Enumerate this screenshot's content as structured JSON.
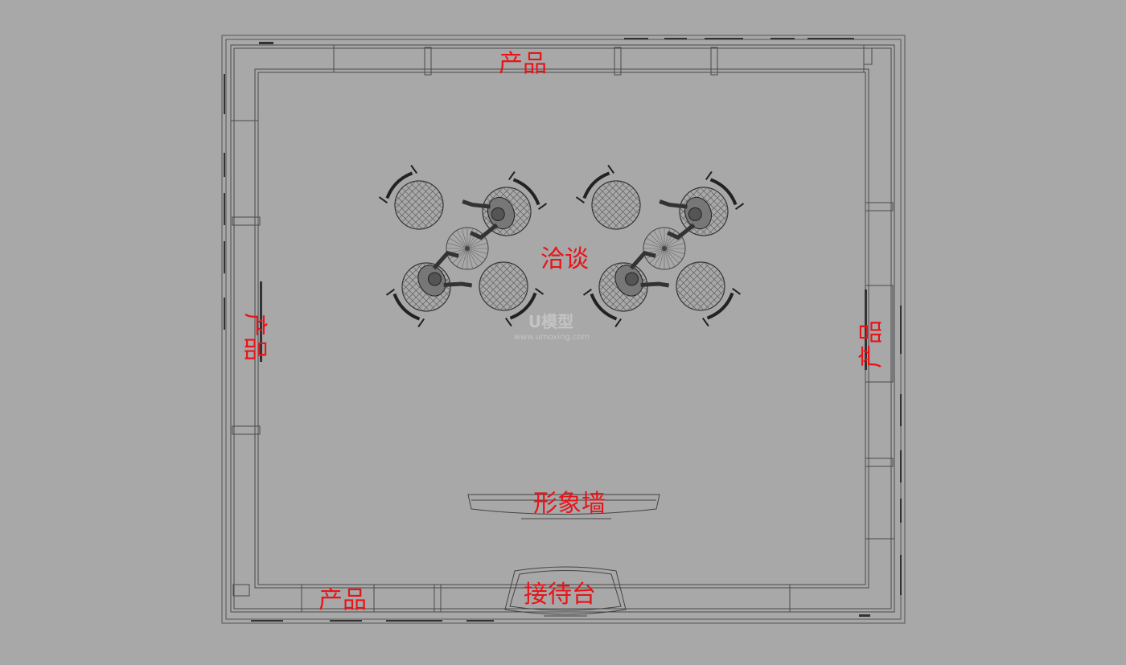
{
  "labels": {
    "product_top": "产品",
    "product_left": "产品",
    "product_right": "产品",
    "product_bottom": "产品",
    "negotiation": "洽谈",
    "image_wall": "形象墙",
    "reception": "接待台"
  },
  "watermark": {
    "brand": "U模型",
    "url": "www.umoxing.com"
  },
  "colors": {
    "background": "#a8a8a8",
    "line": "#4a4a4a",
    "label": "#e8141a"
  }
}
